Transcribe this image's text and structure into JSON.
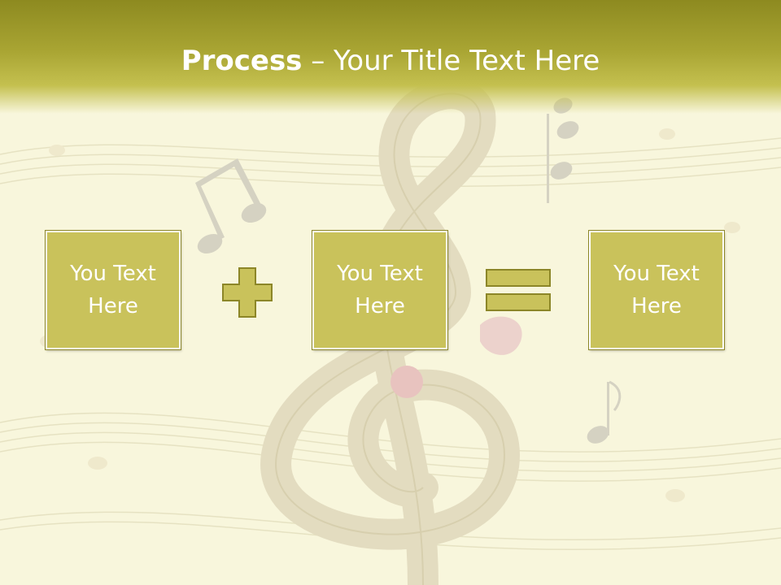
{
  "slide": {
    "title_bold": "Process",
    "title_rest": " – Your Title Text Here",
    "boxes": [
      {
        "text": "You Text\nHere"
      },
      {
        "text": "You Text\nHere"
      },
      {
        "text": "You Text\nHere"
      }
    ],
    "operators": [
      "plus-icon",
      "equals-icon"
    ]
  },
  "colors": {
    "header": "#a9a533",
    "box_fill": "#c9c25b",
    "box_border": "#ffffff",
    "background": "#f8f6dc",
    "title_text": "#ffffff"
  }
}
